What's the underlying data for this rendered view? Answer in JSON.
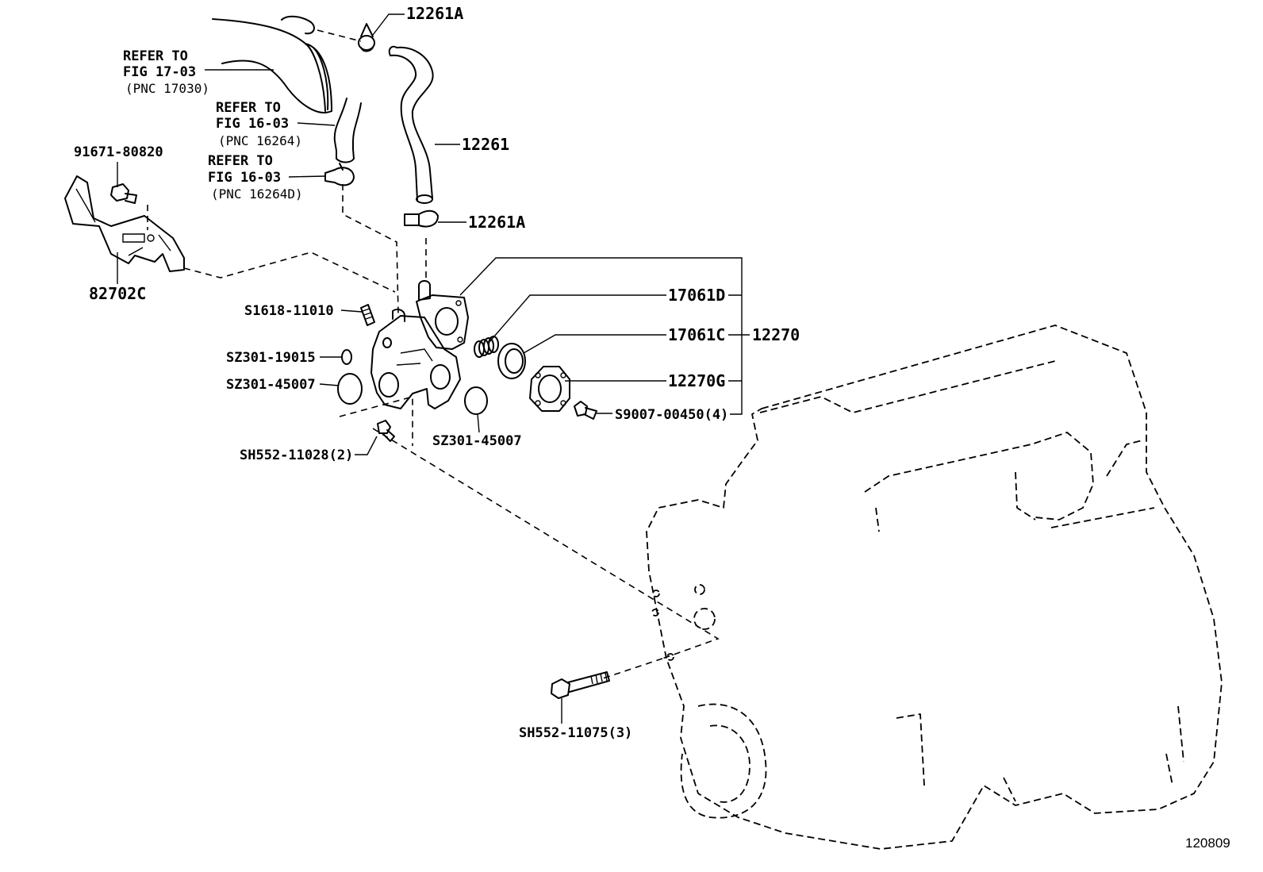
{
  "labels": {
    "clamp_top": "12261A",
    "hose_main": "12261",
    "clamp_bottom": "12261A",
    "ref1_line1": "REFER TO",
    "ref1_line2": "FIG 17-03",
    "ref1_line3": "(PNC 17030)",
    "ref2_line1": "REFER TO",
    "ref2_line2": "FIG 16-03",
    "ref2_line3": "(PNC 16264)",
    "ref3_line1": "REFER TO",
    "ref3_line2": "FIG 16-03",
    "ref3_line3": "(PNC 16264D)",
    "bolt_bracket": "91671-80820",
    "bracket": "82702C",
    "stud": "S1618-11010",
    "oring_small": "SZ301-19015",
    "oring_left": "SZ301-45007",
    "bolt_housing": "SH552-11028(2)",
    "oring_right": "SZ301-45007",
    "spring": "17061D",
    "valve": "17061C",
    "assembly": "12270",
    "cover": "12270G",
    "bolt_cover": "S9007-00450(4)",
    "bolt_long": "SH552-11075(3)",
    "figure_id": "120809"
  }
}
